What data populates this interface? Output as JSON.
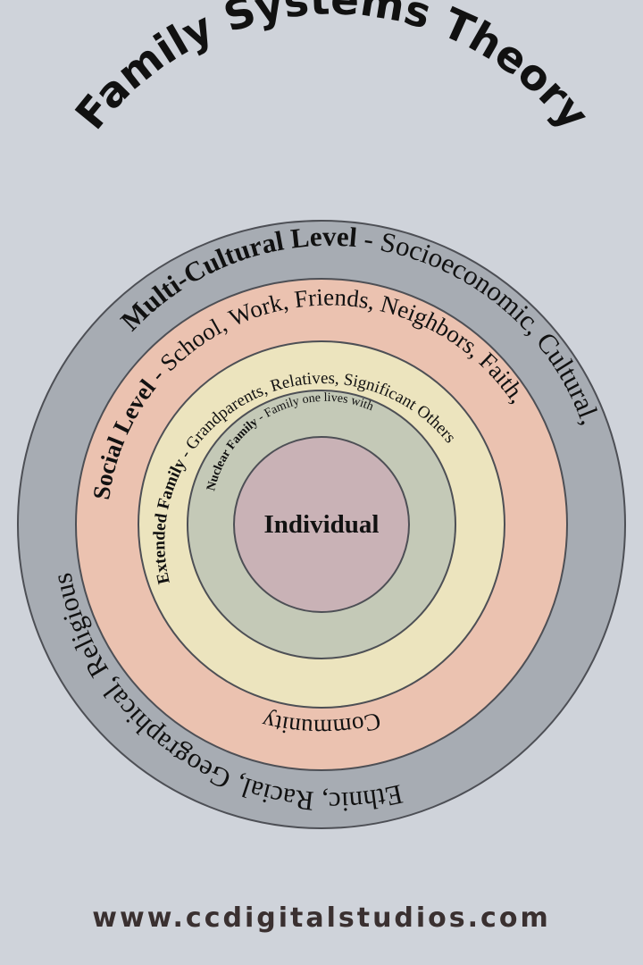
{
  "title": "Family Systems Theory",
  "levels": {
    "multicultural": {
      "label": "Multi-Cultural Level",
      "top_desc": " - Socioeconomic, Cultural,",
      "bottom_desc": "Ethnic, Racial, Geographical, Religious",
      "color": "#a7acb3"
    },
    "social": {
      "label": "Social Level",
      "top_desc": " - School, Work, Friends, Neighbors, Faith,",
      "bottom_desc": "Community",
      "color": "#ebc2b0"
    },
    "extended": {
      "label": "Extended Family",
      "desc": " - Grandparents, Relatives, Significant Others",
      "color": "#ece4be"
    },
    "nuclear": {
      "label": "Nuclear Family",
      "desc": " - Family one lives with",
      "color": "#c4c9b7"
    },
    "individual": {
      "label": "Individual",
      "color": "#c9b2b6"
    }
  },
  "footer": "www.ccdigitalstudios.com"
}
